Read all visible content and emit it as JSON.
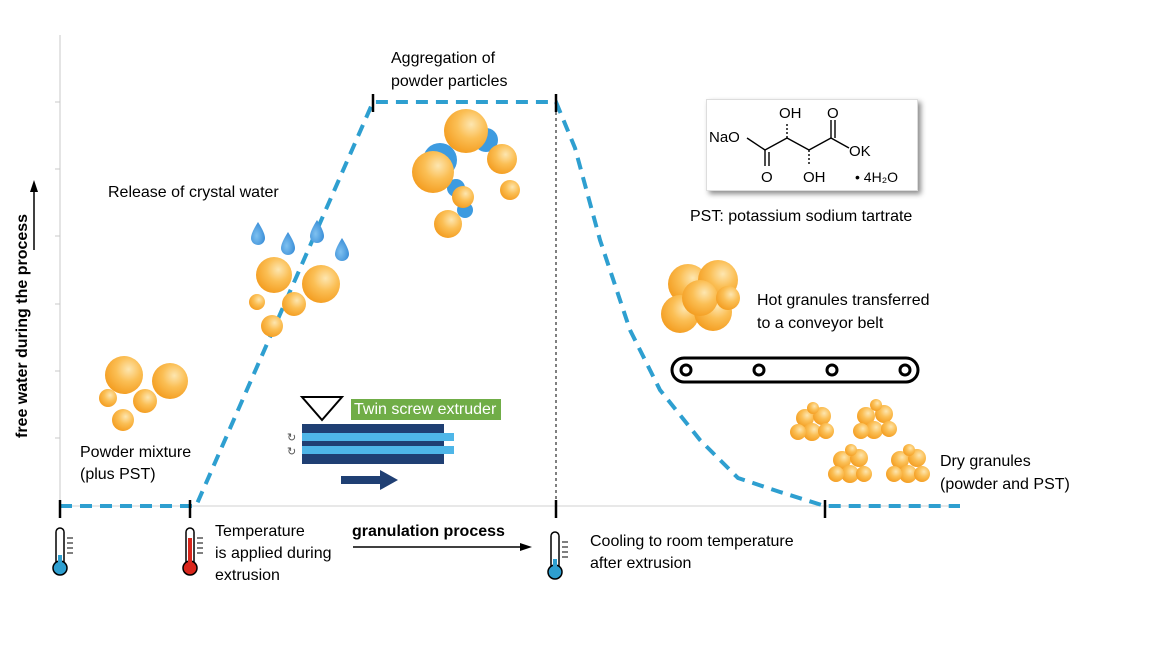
{
  "labels": {
    "y_axis": "free water during the process",
    "aggregation": [
      "Aggregation of",
      "powder particles"
    ],
    "release": "Release of crystal water",
    "powder_mixture": [
      "Powder mixture",
      "(plus PST)"
    ],
    "twin_screw": "Twin screw extruder",
    "temperature": [
      "Temperature",
      "is applied during",
      "extrusion"
    ],
    "granulation": "granulation process",
    "cooling": [
      "Cooling to room temperature",
      "after extrusion"
    ],
    "pst": "PST: potassium sodium tartrate",
    "hot_granules": [
      "Hot granules transferred",
      "to a conveyor belt"
    ],
    "dry_granules": [
      "Dry granules",
      "(powder and PST)"
    ]
  },
  "chem": {
    "naO": "NaO",
    "oh_top": "OH",
    "o_top": "O",
    "ok": "OK",
    "o_bottom": "O",
    "oh_bottom": "OH",
    "hydrate": "• 4H₂O"
  },
  "colors": {
    "curve": "#2e9fd0",
    "particle": "#f6a623",
    "droplet": "#3d9be0",
    "extruder_dark": "#1f3f73",
    "extruder_light": "#4eb6e8",
    "label_green": "#70ad47",
    "thermo_cold": "#2e9fd0",
    "thermo_hot": "#d9261c"
  },
  "icons": [
    "thermometer-icon",
    "water-drop-icon",
    "conveyor-belt-icon",
    "extruder-icon",
    "arrow-icon"
  ]
}
